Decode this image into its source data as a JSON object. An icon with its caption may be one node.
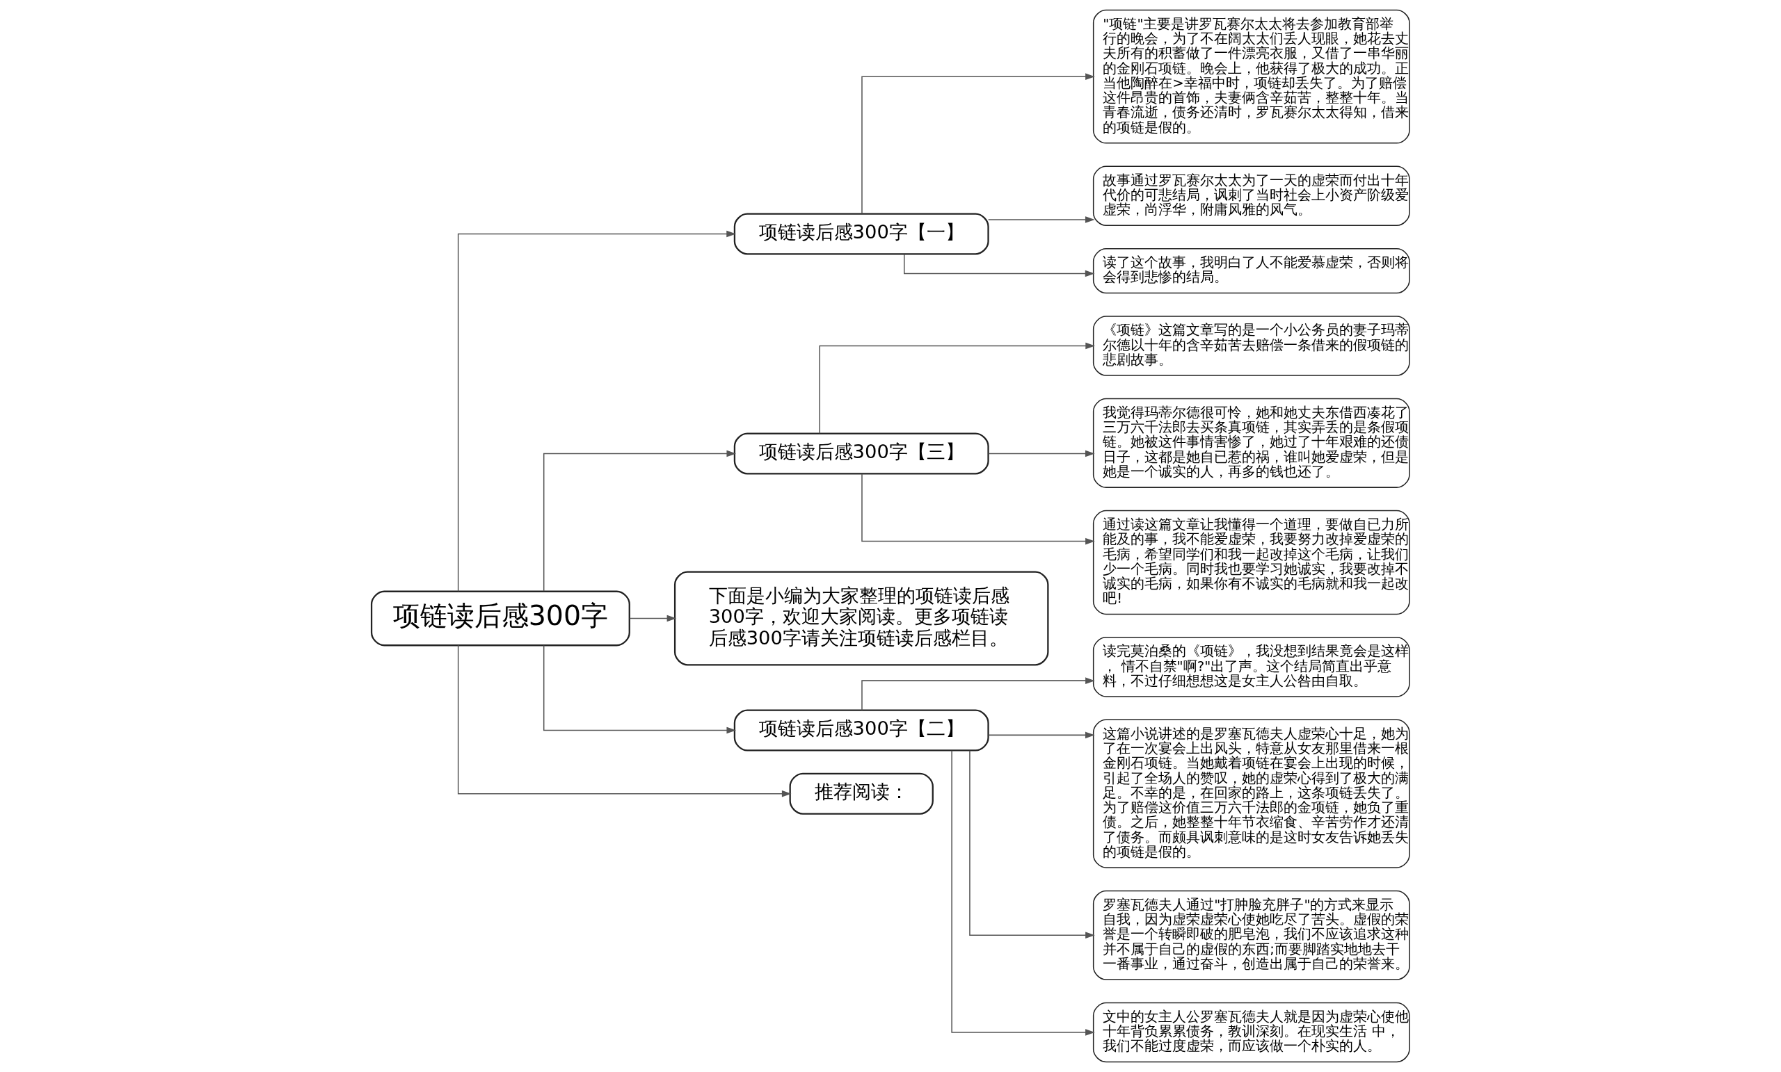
{
  "diagram": {
    "nodes": [
      {
        "text": [
          "项链读后感300字"
        ]
      },
      {
        "text": [
          "项链读后感300字【一】"
        ]
      },
      {
        "text": [
          "\"项链\"主要是讲罗瓦赛尔太太将去参加教育部举行的晚会，为了不在阔太太们丢人现眼，她花去丈夫所有的积蓄做了一件漂亮衣服，又借了一串华丽的金刚石项链。晚会上，他获得了极大的成功。正当他陶醉在>幸福中时，项链却丢失了。为了赔偿这件昂贵的首饰，夫妻俩含辛茹苦，整整十年。当青春流逝，债务还清时，罗瓦赛尔太太得知，借来的项链是假的。"
        ]
      },
      {
        "text": [
          "故事通过罗瓦赛尔太太为了一天的虚荣而付出十年代价的可悲结局，讽刺了当时社会上小资产阶级爱虚荣，尚浮华，附庸风雅的风气。"
        ]
      },
      {
        "text": [
          "读了这个故事，我明白了人不能爱慕虚荣，否则将会得到悲惨的结局。"
        ]
      },
      {
        "text": [
          "项链读后感300字【三】"
        ]
      },
      {
        "text": [
          "《项链》这篇文章写的是一个小公务员的妻子玛蒂尔德以十年的含辛茹苦去赔偿一条借来的假项链的悲剧故事。"
        ]
      },
      {
        "text": [
          "我觉得玛蒂尔德很可怜，她和她丈夫东借西凑花了三万六千法郎去买条真项链，其实弄丢的是条假项链。她被这件事情害惨了，她过了十年艰难的还债日子，这都是她自已惹的祸，谁叫她爱虚荣，但是她是一个诚实的人，再多的钱也还了。"
        ]
      },
      {
        "text": [
          "通过读这篇文章让我懂得一个道理，要做自已力所能及的事，我不能爱虚荣，我要努力改掉爱虚荣的毛病，希望同学们和我一起改掉这个毛病，让我们少一个毛病。同时我也要学习她诚实，我要改掉不诚实的毛病，如果你有不诚实的毛病就和我一起改吧!"
        ]
      },
      {
        "text": [
          "下面是小编为大家整理的项链读后感300字，欢迎大家阅读。更多项链读后感300字请关注项链读后感栏目。"
        ]
      },
      {
        "text": [
          "项链读后感300字【二】"
        ]
      },
      {
        "text": [
          "读完莫泊桑的《项链》，我没想到结果竟会是这样， 情不自禁\"啊?\"出了声。这个结局简直出乎意料，不过仔细想想这是女主人公咎由自取。"
        ]
      },
      {
        "text": [
          "这篇小说讲述的是罗塞瓦德夫人虚荣心十足，她为了在一次宴会上出风头，特意从女友那里借来一根金刚石项链。当她戴着项链在宴会上出现的时候，引起了全场人的赞叹，她的虚荣心得到了极大的满足。不幸的是，在回家的路上，这条项链丢失了。为了赔偿这价值三万六千法郎的金项链，她负了重债。之后，她整整十年节衣缩食、辛苦劳作才还清了债务。而颇具讽刺意味的是这时女友告诉她丢失的项链是假的。"
        ]
      },
      {
        "text": [
          "罗塞瓦德夫人通过\"打肿脸充胖子\"的方式来显示自我，因为虚荣虚荣心使她吃尽了苦头。虚假的荣誉是一个转瞬即破的肥皂泡，我们不应该追求这种并不属于自己的虚假的东西;而要脚踏实地地去干一番事业，通过奋斗，创造出属于自己的荣誉来。"
        ]
      },
      {
        "text": [
          "文中的女主人公罗塞瓦德夫人就是因为虚荣心使他十年背负累累债务，教训深刻。在现实生活 中，我们不能过度虚荣，而应该做一个朴实的人。"
        ]
      },
      {
        "text": [
          "推荐阅读："
        ]
      }
    ],
    "edges": [
      {
        "from": 0,
        "to": 1,
        "arrow": "to"
      },
      {
        "from": 1,
        "to": 2,
        "arrow": "to"
      },
      {
        "from": 1,
        "to": 3,
        "arrow": "to"
      },
      {
        "from": 1,
        "to": 4,
        "arrow": "to"
      },
      {
        "from": 0,
        "to": 5,
        "arrow": "to"
      },
      {
        "from": 5,
        "to": 6,
        "arrow": "to"
      },
      {
        "from": 5,
        "to": 7,
        "arrow": "to"
      },
      {
        "from": 5,
        "to": 8,
        "arrow": "to"
      },
      {
        "from": 0,
        "to": 9,
        "arrow": "to"
      },
      {
        "from": 0,
        "to": 10,
        "arrow": "to"
      },
      {
        "from": 10,
        "to": 11,
        "arrow": "to"
      },
      {
        "from": 10,
        "to": 12,
        "arrow": "to"
      },
      {
        "from": 10,
        "to": 13,
        "arrow": "to"
      },
      {
        "from": 10,
        "to": 14,
        "arrow": "to"
      },
      {
        "from": 0,
        "to": 15,
        "arrow": "to"
      }
    ]
  }
}
